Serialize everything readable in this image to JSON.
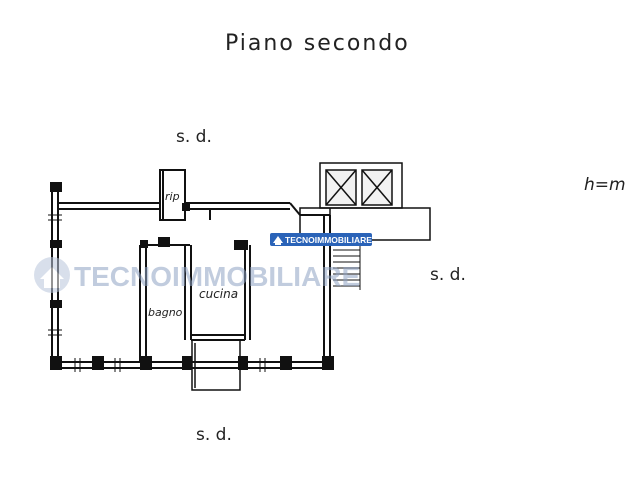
{
  "title": "Piano secondo",
  "labels": {
    "sd_top": "s. d.",
    "sd_right": "s. d.",
    "sd_bottom": "s. d.",
    "ceiling_height": "h=m",
    "rip": "rip",
    "cucina": "cucina",
    "bagno": "bagno"
  },
  "watermark": {
    "large_text": "TECNOIMMOBILIARE",
    "small_text": "TECNOIMMOBILIARE",
    "badge_color": "#2a63b8",
    "large_color": "#8fa3c4"
  }
}
